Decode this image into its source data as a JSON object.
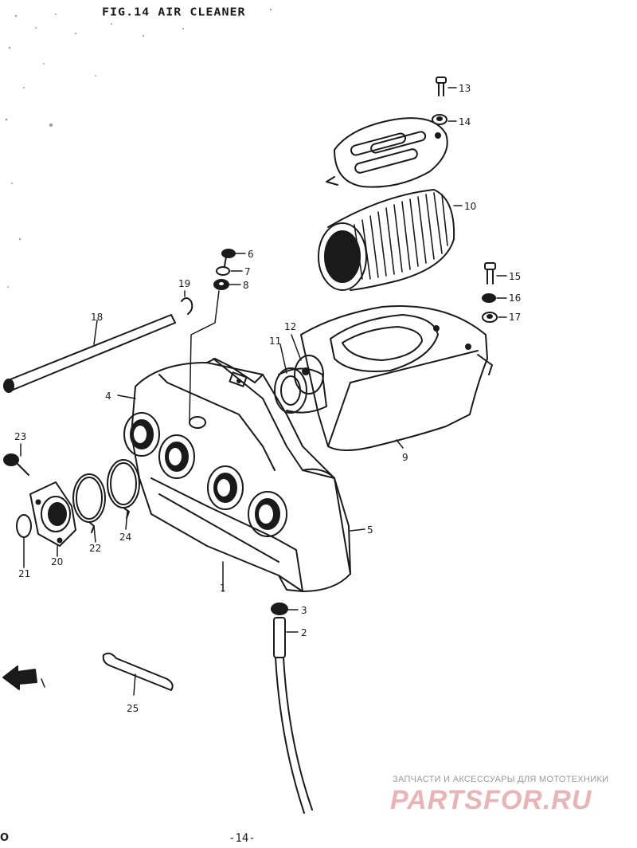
{
  "header": {
    "title": "FIG.14 AIR CLEANER"
  },
  "footer": {
    "page_number": "-14-",
    "corner_mark": "O"
  },
  "watermark": {
    "tagline": "ЗАПЧАСТИ И АКСЕССУАРЫ ДЛЯ МОТОТЕХНИКИ",
    "logo": "PARTSFOR.RU"
  },
  "callouts": {
    "c1": "1",
    "c2": "2",
    "c3": "3",
    "c4": "4",
    "c5": "5",
    "c6": "6",
    "c7": "7",
    "c8": "8",
    "c9": "9",
    "c10": "10",
    "c11": "11",
    "c12": "12",
    "c13": "13",
    "c14": "14",
    "c15": "15",
    "c16": "16",
    "c17": "17",
    "c18": "18",
    "c19": "19",
    "c20": "20",
    "c21": "21",
    "c22": "22",
    "c23": "23",
    "c24": "24",
    "c25": "25"
  },
  "colors": {
    "ink": "#1a1a1a",
    "paper": "#ffffff",
    "watermark_red": "#e8b4b4"
  }
}
